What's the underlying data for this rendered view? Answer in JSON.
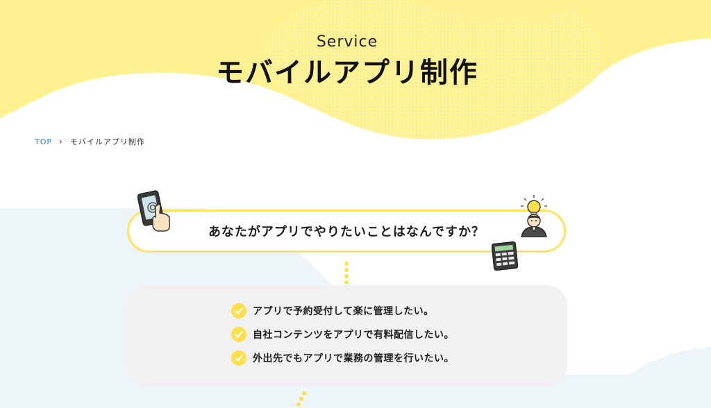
{
  "hero": {
    "subtitle": "Service",
    "title": "モバイルアプリ制作"
  },
  "breadcrumb": {
    "home": "TOP",
    "separator": "›",
    "current": "モバイルアプリ制作"
  },
  "question": {
    "text": "あなたがアプリでやりたいことはなんですか？"
  },
  "answers": [
    {
      "text": "アプリで予約受付して楽に管理したい。"
    },
    {
      "text": "自社コンテンツをアプリで有料配信したい。"
    },
    {
      "text": "外出先でもアプリで業務の管理を行いたい。"
    }
  ],
  "colors": {
    "accent_yellow": "#ffe04a",
    "hero_yellow": "#fff18f",
    "pale_blue": "#eef5f8",
    "link_blue": "#2f86c8",
    "card_gray": "#f1f1f1"
  },
  "icons": {
    "tablet": "tablet-touch-icon",
    "idea_person": "idea-person-icon",
    "calculator": "calculator-icon",
    "check": "check-icon"
  }
}
